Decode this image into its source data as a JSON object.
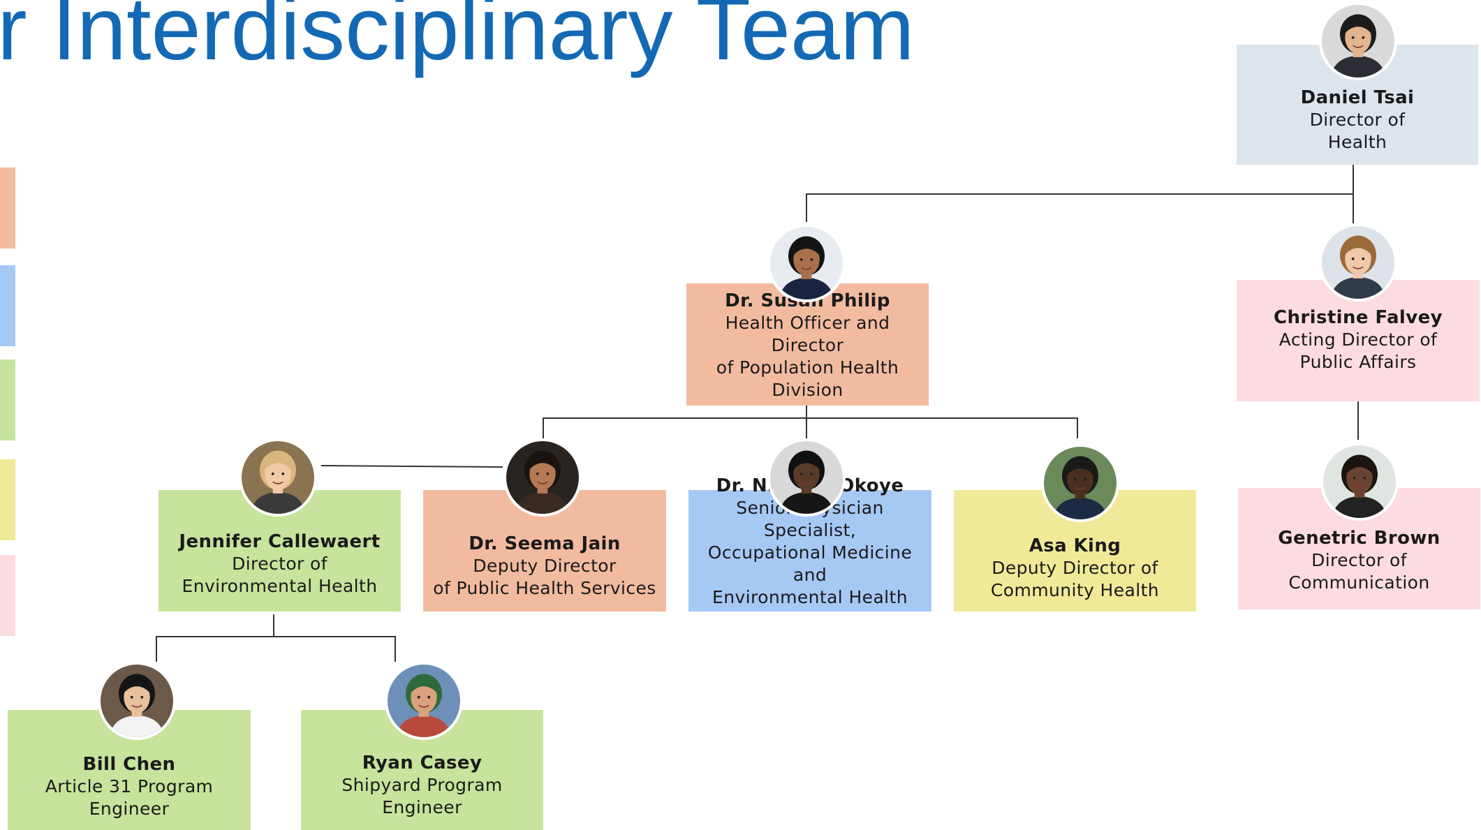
{
  "title": "r Interdisciplinary Team",
  "colors": {
    "title": "#1469b4",
    "line": "#333333",
    "director": "#dce4ec",
    "population_health": "#f2bba0",
    "physician": "#a6c8f4",
    "environmental": "#c7e39c",
    "community": "#f0ea98",
    "public_affairs": "#fcdce0"
  },
  "legend": [
    {
      "color": "#f2bba0"
    },
    {
      "color": "#a6c8f4"
    },
    {
      "color": "#c7e39c"
    },
    {
      "color": "#f0ea98"
    },
    {
      "color": "#fcdce0"
    }
  ],
  "people": {
    "tsai": {
      "name": "Daniel Tsai",
      "role": "Director of\nHealth"
    },
    "philip": {
      "name": "Dr. Susan Philip",
      "role": "Health Officer and Director\nof Population Health\nDivision"
    },
    "falvey": {
      "name": "Christine Falvey",
      "role": "Acting Director of\nPublic Affairs"
    },
    "callewaert": {
      "name": "Jennifer Callewaert",
      "role": "Director of\nEnvironmental Health"
    },
    "jain": {
      "name": "Dr. Seema Jain",
      "role": "Deputy Director\nof Public Health Services"
    },
    "okoye": {
      "name": "Dr. Nnenna Okoye",
      "role": "Senior Physician Specialist,\nOccupational Medicine and\nEnvironmental Health"
    },
    "king": {
      "name": "Asa King",
      "role": "Deputy Director of\nCommunity Health"
    },
    "brown": {
      "name": "Genetric Brown",
      "role": "Director of\nCommunication"
    },
    "chen": {
      "name": "Bill Chen",
      "role": "Article 31 Program\nEngineer"
    },
    "casey": {
      "name": "Ryan Casey",
      "role": "Shipyard Program\nEngineer"
    }
  },
  "avatars": {
    "tsai": {
      "bg": "#d9d9d9",
      "skin": "#e2b48f",
      "hair": "#1b1b1b",
      "clothes": "#2c2c34"
    },
    "philip": {
      "bg": "#e8ecf0",
      "skin": "#a8714c",
      "hair": "#141414",
      "clothes": "#1a2340"
    },
    "falvey": {
      "bg": "#dde3e8",
      "skin": "#f0c8aa",
      "hair": "#9b6a3a",
      "clothes": "#2f3a4a"
    },
    "callewaert": {
      "bg": "#8a7350",
      "skin": "#f1c9a4",
      "hair": "#d9b77c",
      "clothes": "#3a3a3a"
    },
    "jain": {
      "bg": "#2a2420",
      "skin": "#b57a55",
      "hair": "#1a1410",
      "clothes": "#3a2a24"
    },
    "okoye": {
      "bg": "#d8d8d8",
      "skin": "#5a3a28",
      "hair": "#111111",
      "clothes": "#161616"
    },
    "king": {
      "bg": "#6a8a5a",
      "skin": "#4a3020",
      "hair": "#1a1a1a",
      "clothes": "#1d2a44"
    },
    "brown": {
      "bg": "#dfe6e2",
      "skin": "#6b4330",
      "hair": "#1c1410",
      "clothes": "#222222"
    },
    "chen": {
      "bg": "#6b5a4a",
      "skin": "#e8c09c",
      "hair": "#151515",
      "clothes": "#f2f2f2"
    },
    "casey": {
      "bg": "#6e90b8",
      "skin": "#d9a27c",
      "hair": "#2e6b3a",
      "clothes": "#b84a3c"
    }
  }
}
